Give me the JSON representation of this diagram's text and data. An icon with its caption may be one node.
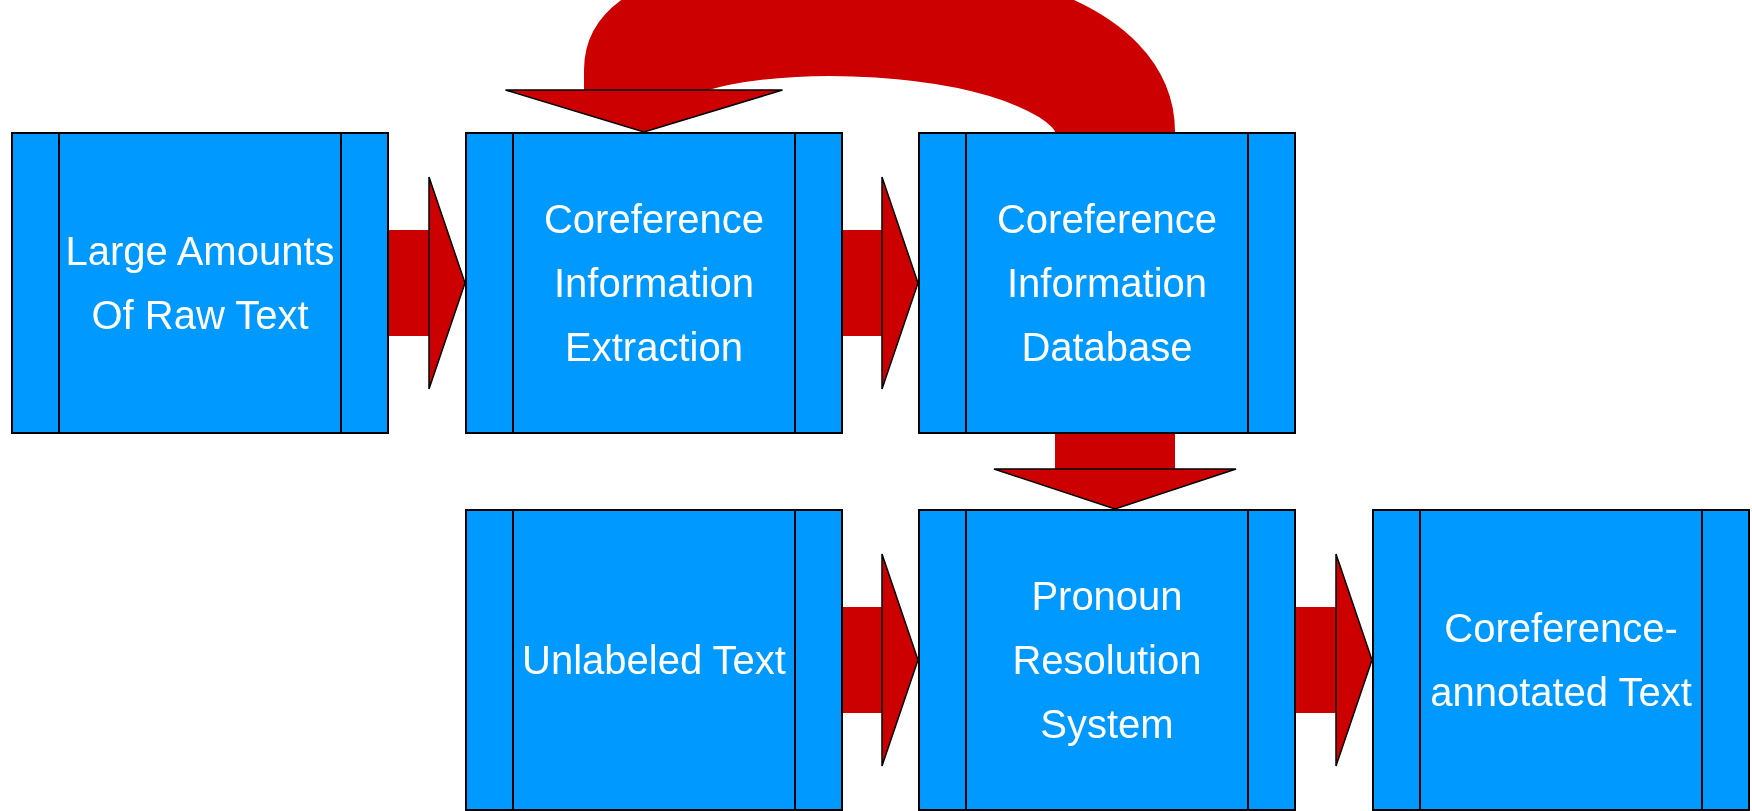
{
  "diagram": {
    "nodes": [
      {
        "text": [
          "Large Amounts Of Raw Text"
        ]
      },
      {
        "text": [
          "Coreference Information Extraction"
        ]
      },
      {
        "text": [
          "Coreference Information Database"
        ]
      },
      {
        "text": [
          "Unlabeled Text"
        ]
      },
      {
        "text": [
          "Pronoun Resolution System"
        ]
      },
      {
        "text": [
          "Coreference-annotated Text"
        ]
      }
    ],
    "edges": [
      {
        "from": 0,
        "to": 1,
        "arrow": "to"
      },
      {
        "from": 1,
        "to": 2,
        "arrow": "to"
      },
      {
        "from": 2,
        "to": 1,
        "arrow": "to"
      },
      {
        "from": 2,
        "to": 4,
        "arrow": "to"
      },
      {
        "from": 3,
        "to": 4,
        "arrow": "to"
      },
      {
        "from": 4,
        "to": 5,
        "arrow": "to"
      }
    ]
  }
}
